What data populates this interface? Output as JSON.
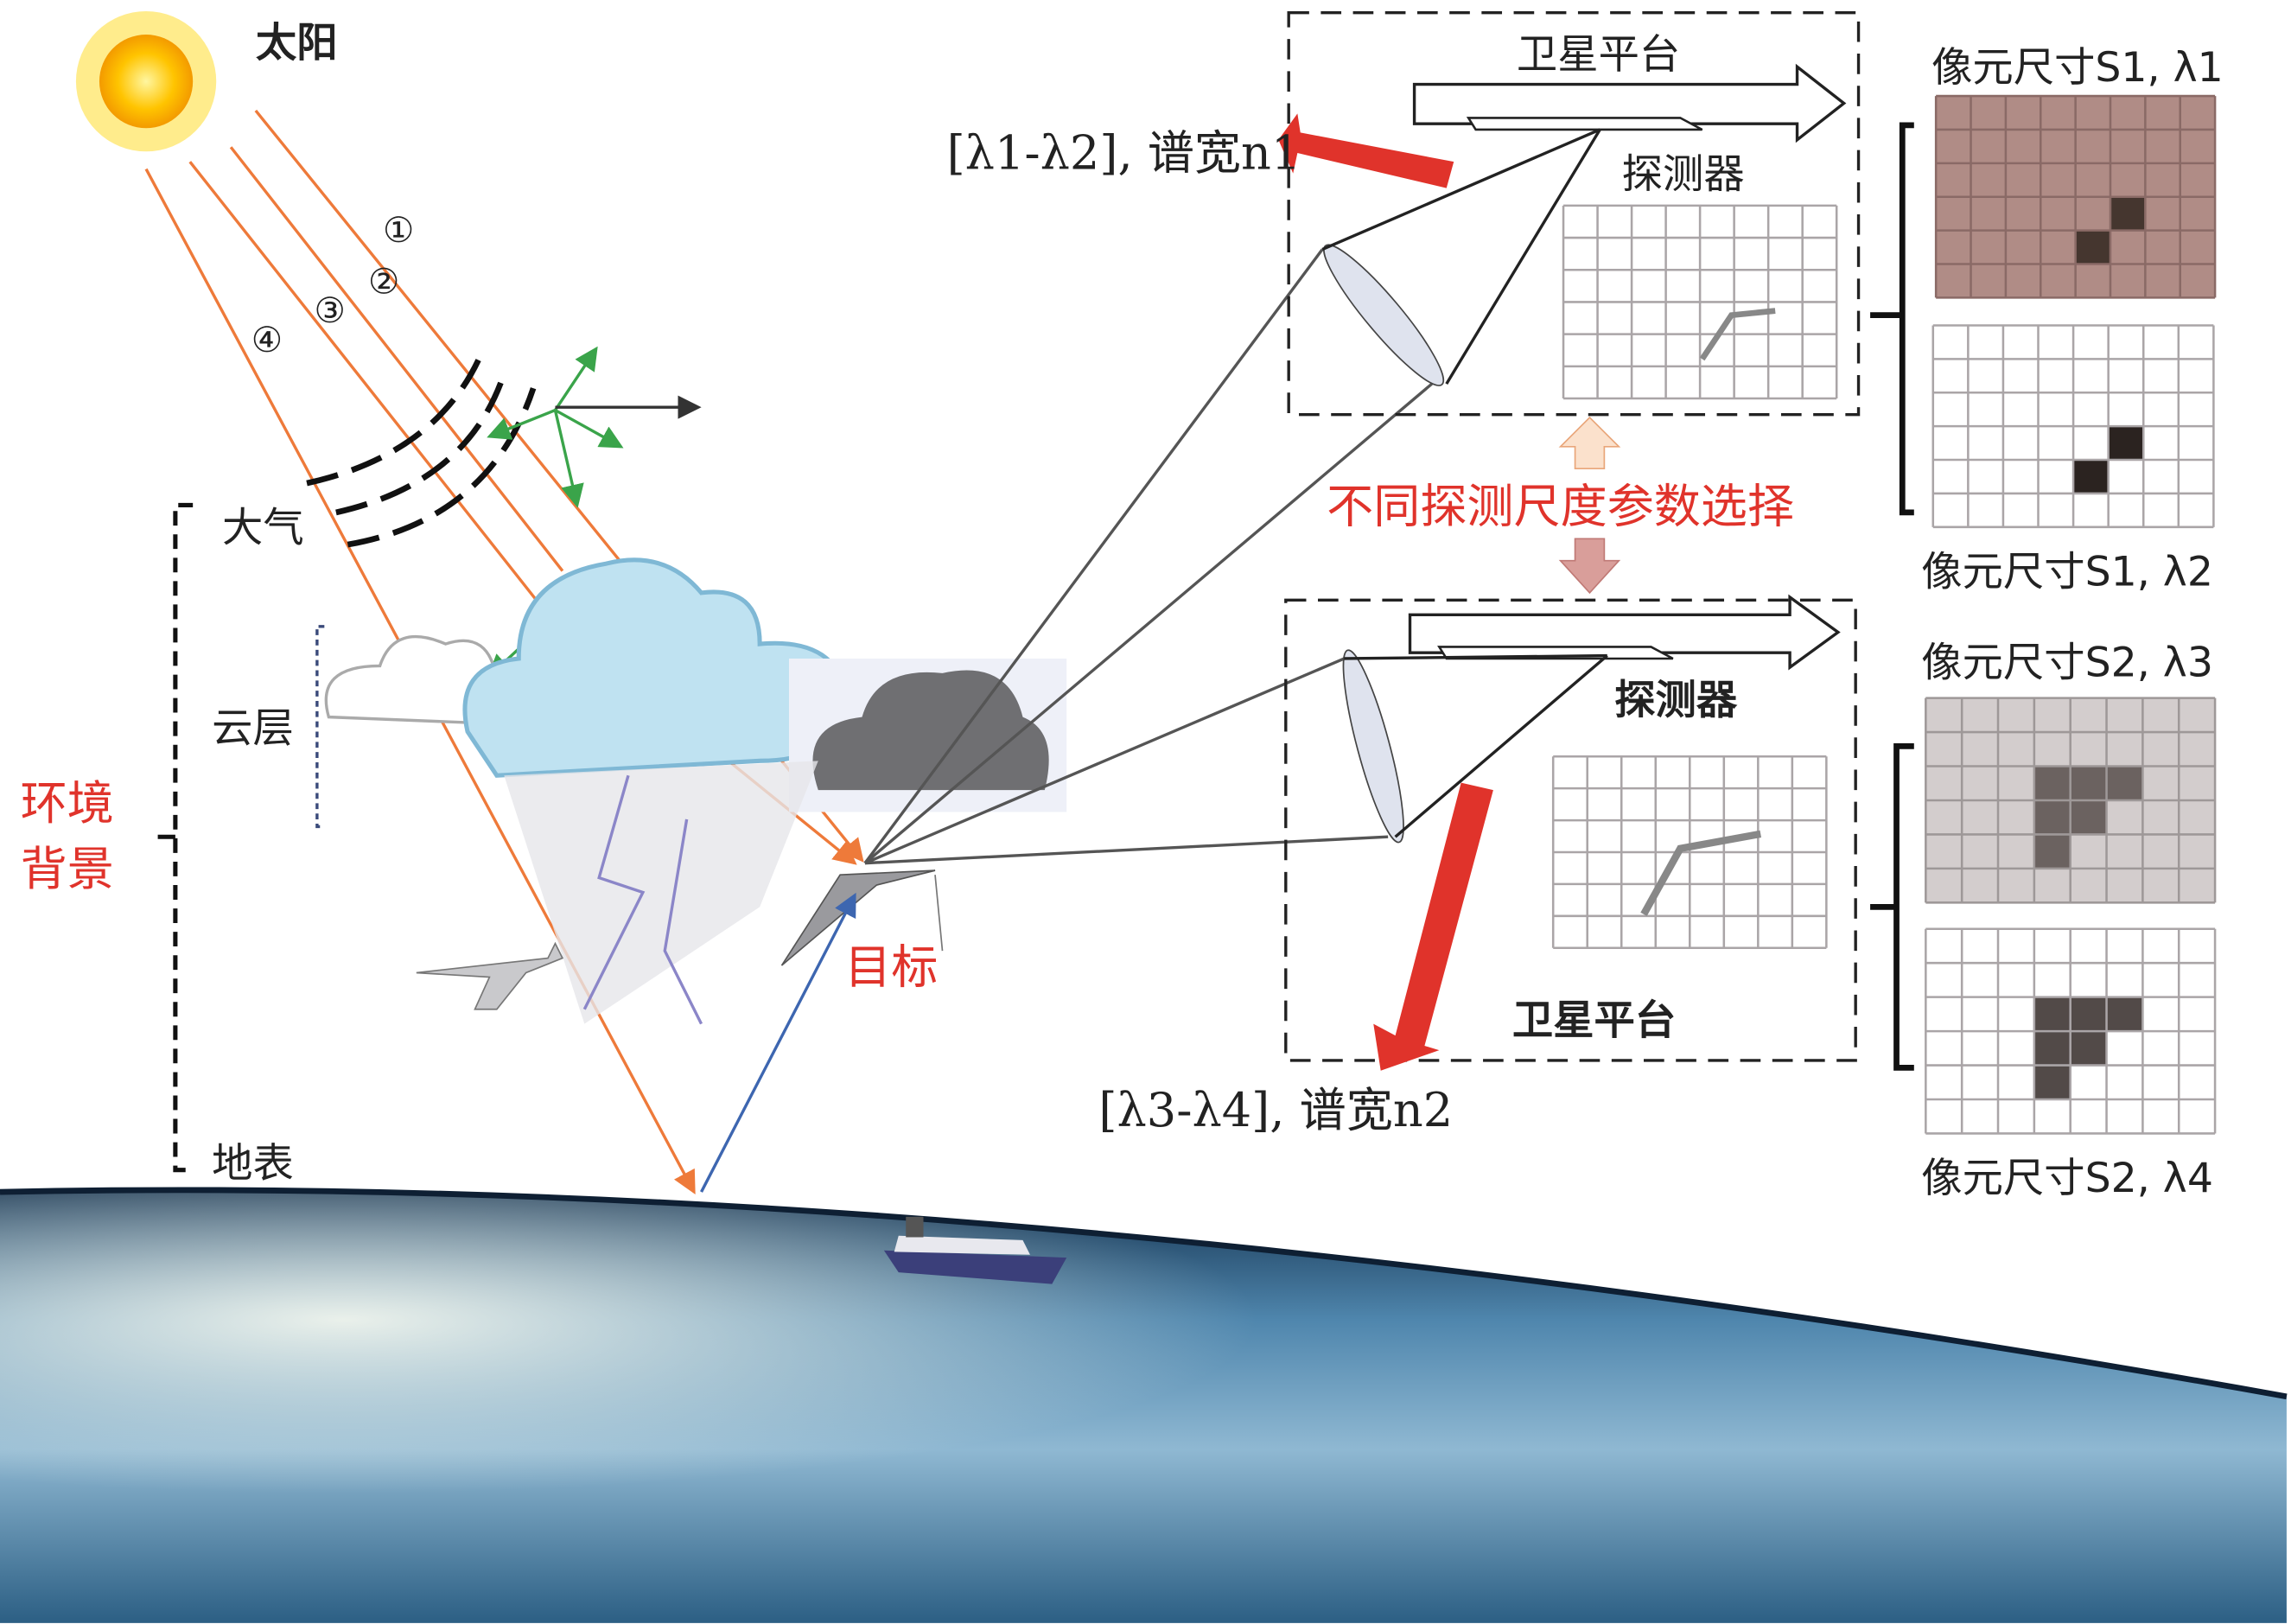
{
  "labels": {
    "sun": "太阳",
    "atmosphere": "大气",
    "cloud_layer": "云层",
    "surface": "地表",
    "env_bg_line1": "环境",
    "env_bg_line2": "背景",
    "target": "目标",
    "ray_1": "①",
    "ray_2": "②",
    "ray_3": "③",
    "ray_4": "④",
    "param_select": "不同探测尺度参数选择"
  },
  "satellite_top": {
    "platform": "卫星平台",
    "detector": "探测器",
    "band_label": "[λ1-λ2], 谱宽n1"
  },
  "satellite_bottom": {
    "platform": "卫星平台",
    "detector": "探测器",
    "band_label": "[λ3-λ4], 谱宽n2"
  },
  "pixel_grids": [
    {
      "label": "像元尺寸S1, λ1",
      "cols": 8,
      "rows": 6,
      "bg": "#b08c86",
      "dark": "#45362f",
      "line": "#8a6a66",
      "cells": [
        [
          3,
          5
        ],
        [
          4,
          4
        ]
      ]
    },
    {
      "label": "像元尺寸S1, λ2",
      "cols": 8,
      "rows": 6,
      "bg": "#ffffff",
      "dark": "#2b2320",
      "line": "#aaa5a7",
      "cells": [
        [
          3,
          5
        ],
        [
          4,
          4
        ]
      ]
    },
    {
      "label": "像元尺寸S2, λ3",
      "cols": 8,
      "rows": 6,
      "bg": "#d3cdcd",
      "dark": "#6b6260",
      "line": "#9e9898",
      "cells": [
        [
          2,
          3
        ],
        [
          2,
          4
        ],
        [
          2,
          5
        ],
        [
          3,
          3
        ],
        [
          3,
          4
        ],
        [
          4,
          3
        ]
      ]
    },
    {
      "label": "像元尺寸S2, λ4",
      "cols": 8,
      "rows": 6,
      "bg": "#ffffff",
      "dark": "#524a48",
      "line": "#aaa5a7",
      "cells": [
        [
          2,
          3
        ],
        [
          2,
          4
        ],
        [
          2,
          5
        ],
        [
          3,
          3
        ],
        [
          3,
          4
        ],
        [
          4,
          3
        ]
      ]
    }
  ],
  "colors": {
    "ray": "#ee7a3a",
    "red_accent": "#e0332b",
    "earth": "#2f6a93"
  }
}
